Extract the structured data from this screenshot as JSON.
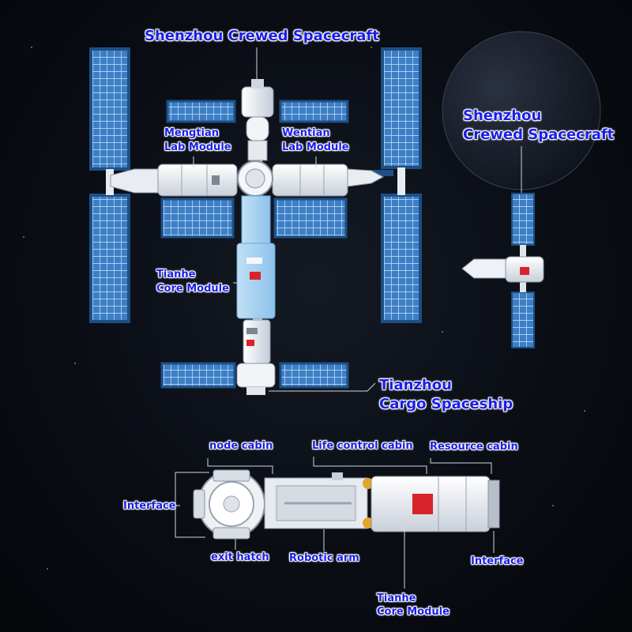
{
  "colors": {
    "label_text": "#1a1ee6",
    "label_outline": "#ffffff",
    "panel_blue": "#3d7fc6",
    "hull_white": "#eef1f5",
    "flag_red": "#d8232a"
  },
  "labels": {
    "shenzhou_top": "Shenzhou Crewed Spacecraft",
    "shenzhou_side_line1": "Shenzhou",
    "shenzhou_side_line2": "Crewed Spacecraft",
    "mengtian_line1": "Mengtian",
    "mengtian_line2": "Lab Module",
    "wentian_line1": "Wentian",
    "wentian_line2": "Lab Module",
    "tianhe_line1": "Tianhe",
    "tianhe_line2": "Core Module",
    "tianzhou_line1": "Tianzhou",
    "tianzhou_line2": "Cargo Spaceship",
    "node_cabin": "node cabin",
    "life_control_cabin": "Life control cabin",
    "resource_cabin": "Resource cabin",
    "interface_left": "Interface",
    "exit_hatch": "exit hatch",
    "robotic_arm": "Robotic arm",
    "interface_right": "Interface",
    "tianhe_bottom_line1": "Tianhe",
    "tianhe_bottom_line2": "Core Module"
  }
}
